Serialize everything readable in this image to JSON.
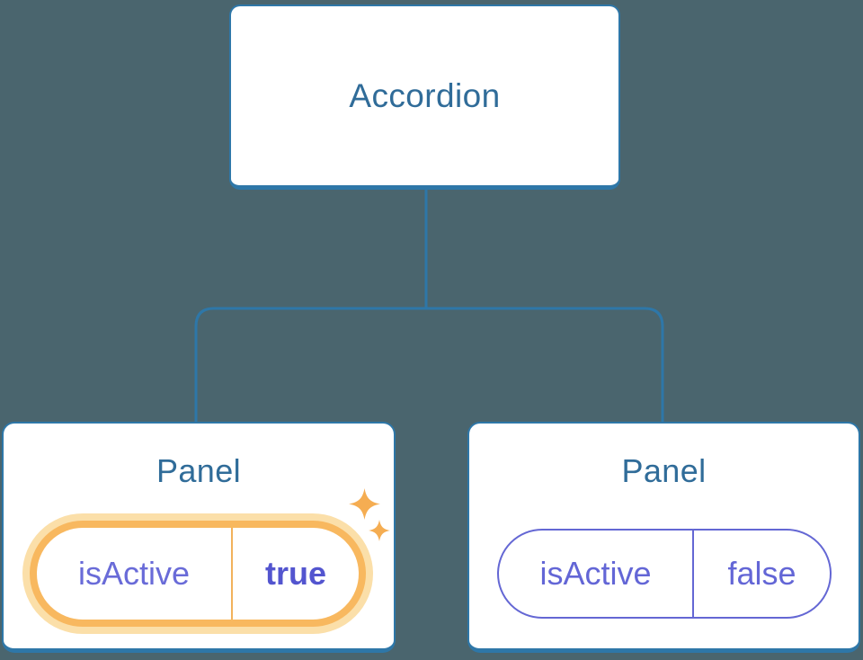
{
  "diagram": {
    "root_label": "Accordion",
    "panels": [
      {
        "title": "Panel",
        "prop_name": "isActive",
        "prop_value": "true",
        "highlighted": true
      },
      {
        "title": "Panel",
        "prop_name": "isActive",
        "prop_value": "false",
        "highlighted": false
      }
    ]
  },
  "icons": {
    "sparkle_large": "sparkle-icon",
    "sparkle_small": "sparkle-icon"
  },
  "colors": {
    "background": "#4a656e",
    "connector_blue": "#2e77a8",
    "node_label_blue": "#306c99",
    "prop_purple": "#696bd8",
    "prop_value_bold_purple": "#5355cf",
    "inactive_pill_purple": "#6467d4",
    "highlight_orange": "#f8b85f",
    "highlight_halo": "#fbdfa9",
    "sparkle_orange": "#f5ad52",
    "card_background": "#ffffff"
  }
}
